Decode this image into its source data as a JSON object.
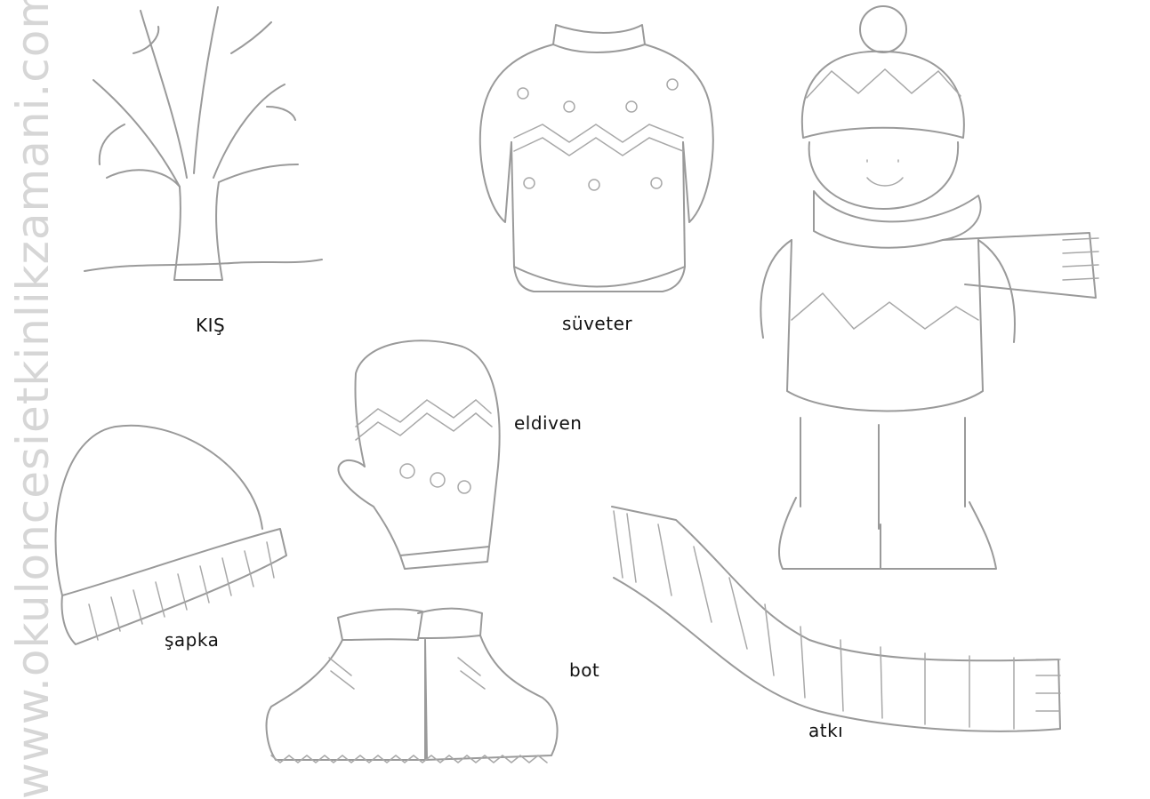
{
  "watermark": "www.okuloncesietkinlikzamani.com",
  "labels": {
    "winter": "KIŞ",
    "sweater": "süveter",
    "mitten": "eldiven",
    "hat": "şapka",
    "boots": "bot",
    "scarf": "atkı"
  },
  "colors": {
    "line": "#9a9a9a",
    "text": "#111111",
    "watermark": "#d6d6d6"
  }
}
